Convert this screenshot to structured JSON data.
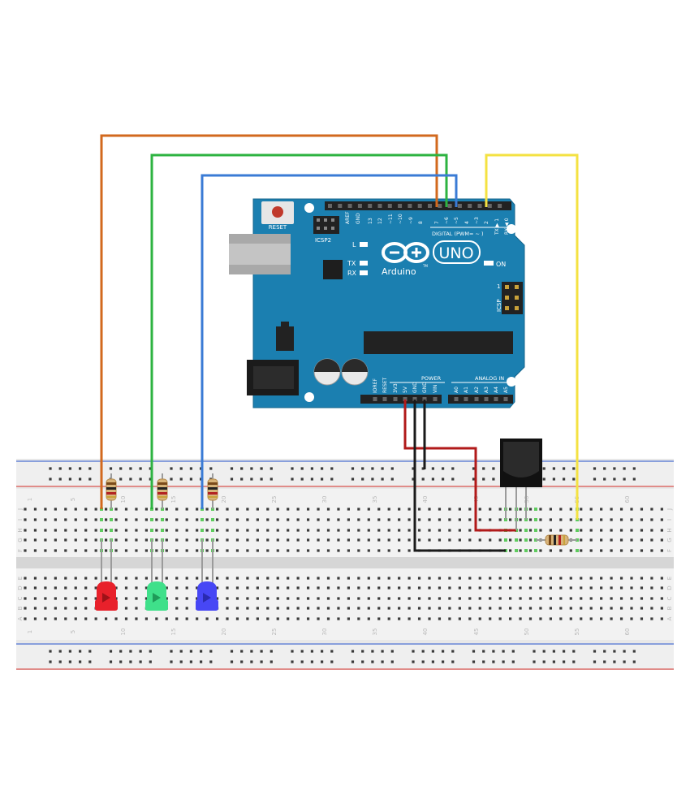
{
  "board": {
    "reset_label": "RESET",
    "icsp2_label": "ICSP2",
    "l_label": "L",
    "tx_label": "TX",
    "rx_label": "RX",
    "brand_label": "Arduino",
    "tm_label": "TM",
    "model_label": "UNO",
    "on_label": "ON",
    "icsp_label": "ICSP",
    "icsp_pin1_label": "1",
    "digital_label": "DIGITAL (PWM= ~ )",
    "power_label": "POWER",
    "analog_label": "ANALOG IN",
    "aref_label": "AREF",
    "gnd_label": "GND",
    "digital_pins": [
      "13",
      "12",
      "~11",
      "~10",
      "~9",
      "8",
      "7",
      "~6",
      "~5",
      "4",
      "~3",
      "2",
      "TX ▶ 1",
      "RX ◀ 0"
    ],
    "power_pins": [
      "IOREF",
      "RESET",
      "3V3",
      "5V",
      "GND",
      "GND",
      "VIN"
    ],
    "analog_pins": [
      "A0",
      "A1",
      "A2",
      "A3",
      "A4",
      "A5"
    ]
  },
  "breadboard": {
    "column_numbers": [
      "1",
      "5",
      "10",
      "15",
      "20",
      "25",
      "30",
      "35",
      "40",
      "45",
      "50",
      "55",
      "60"
    ],
    "top_row_letters": [
      "J",
      "I",
      "H",
      "G",
      "F"
    ],
    "bottom_row_letters": [
      "E",
      "D",
      "C",
      "B",
      "A"
    ]
  },
  "colors": {
    "board": "#1b7fb0",
    "wire_orange": "#d2691e",
    "wire_green": "#2db341",
    "wire_blue": "#3a7bd5",
    "wire_yellow": "#f4e242",
    "wire_red": "#b11a1a",
    "wire_black": "#1a1a1a",
    "led_red": "#e8212b",
    "led_green": "#3fe08a",
    "led_blue": "#4747f5",
    "rail_red": "#d9534f",
    "rail_blue": "#4a6fd1"
  },
  "components": {
    "leds": [
      "led_red",
      "led_green",
      "led_blue"
    ],
    "ir_receiver_icon": "ir-receiver-icon",
    "resistor_icon": "resistor-icon"
  }
}
